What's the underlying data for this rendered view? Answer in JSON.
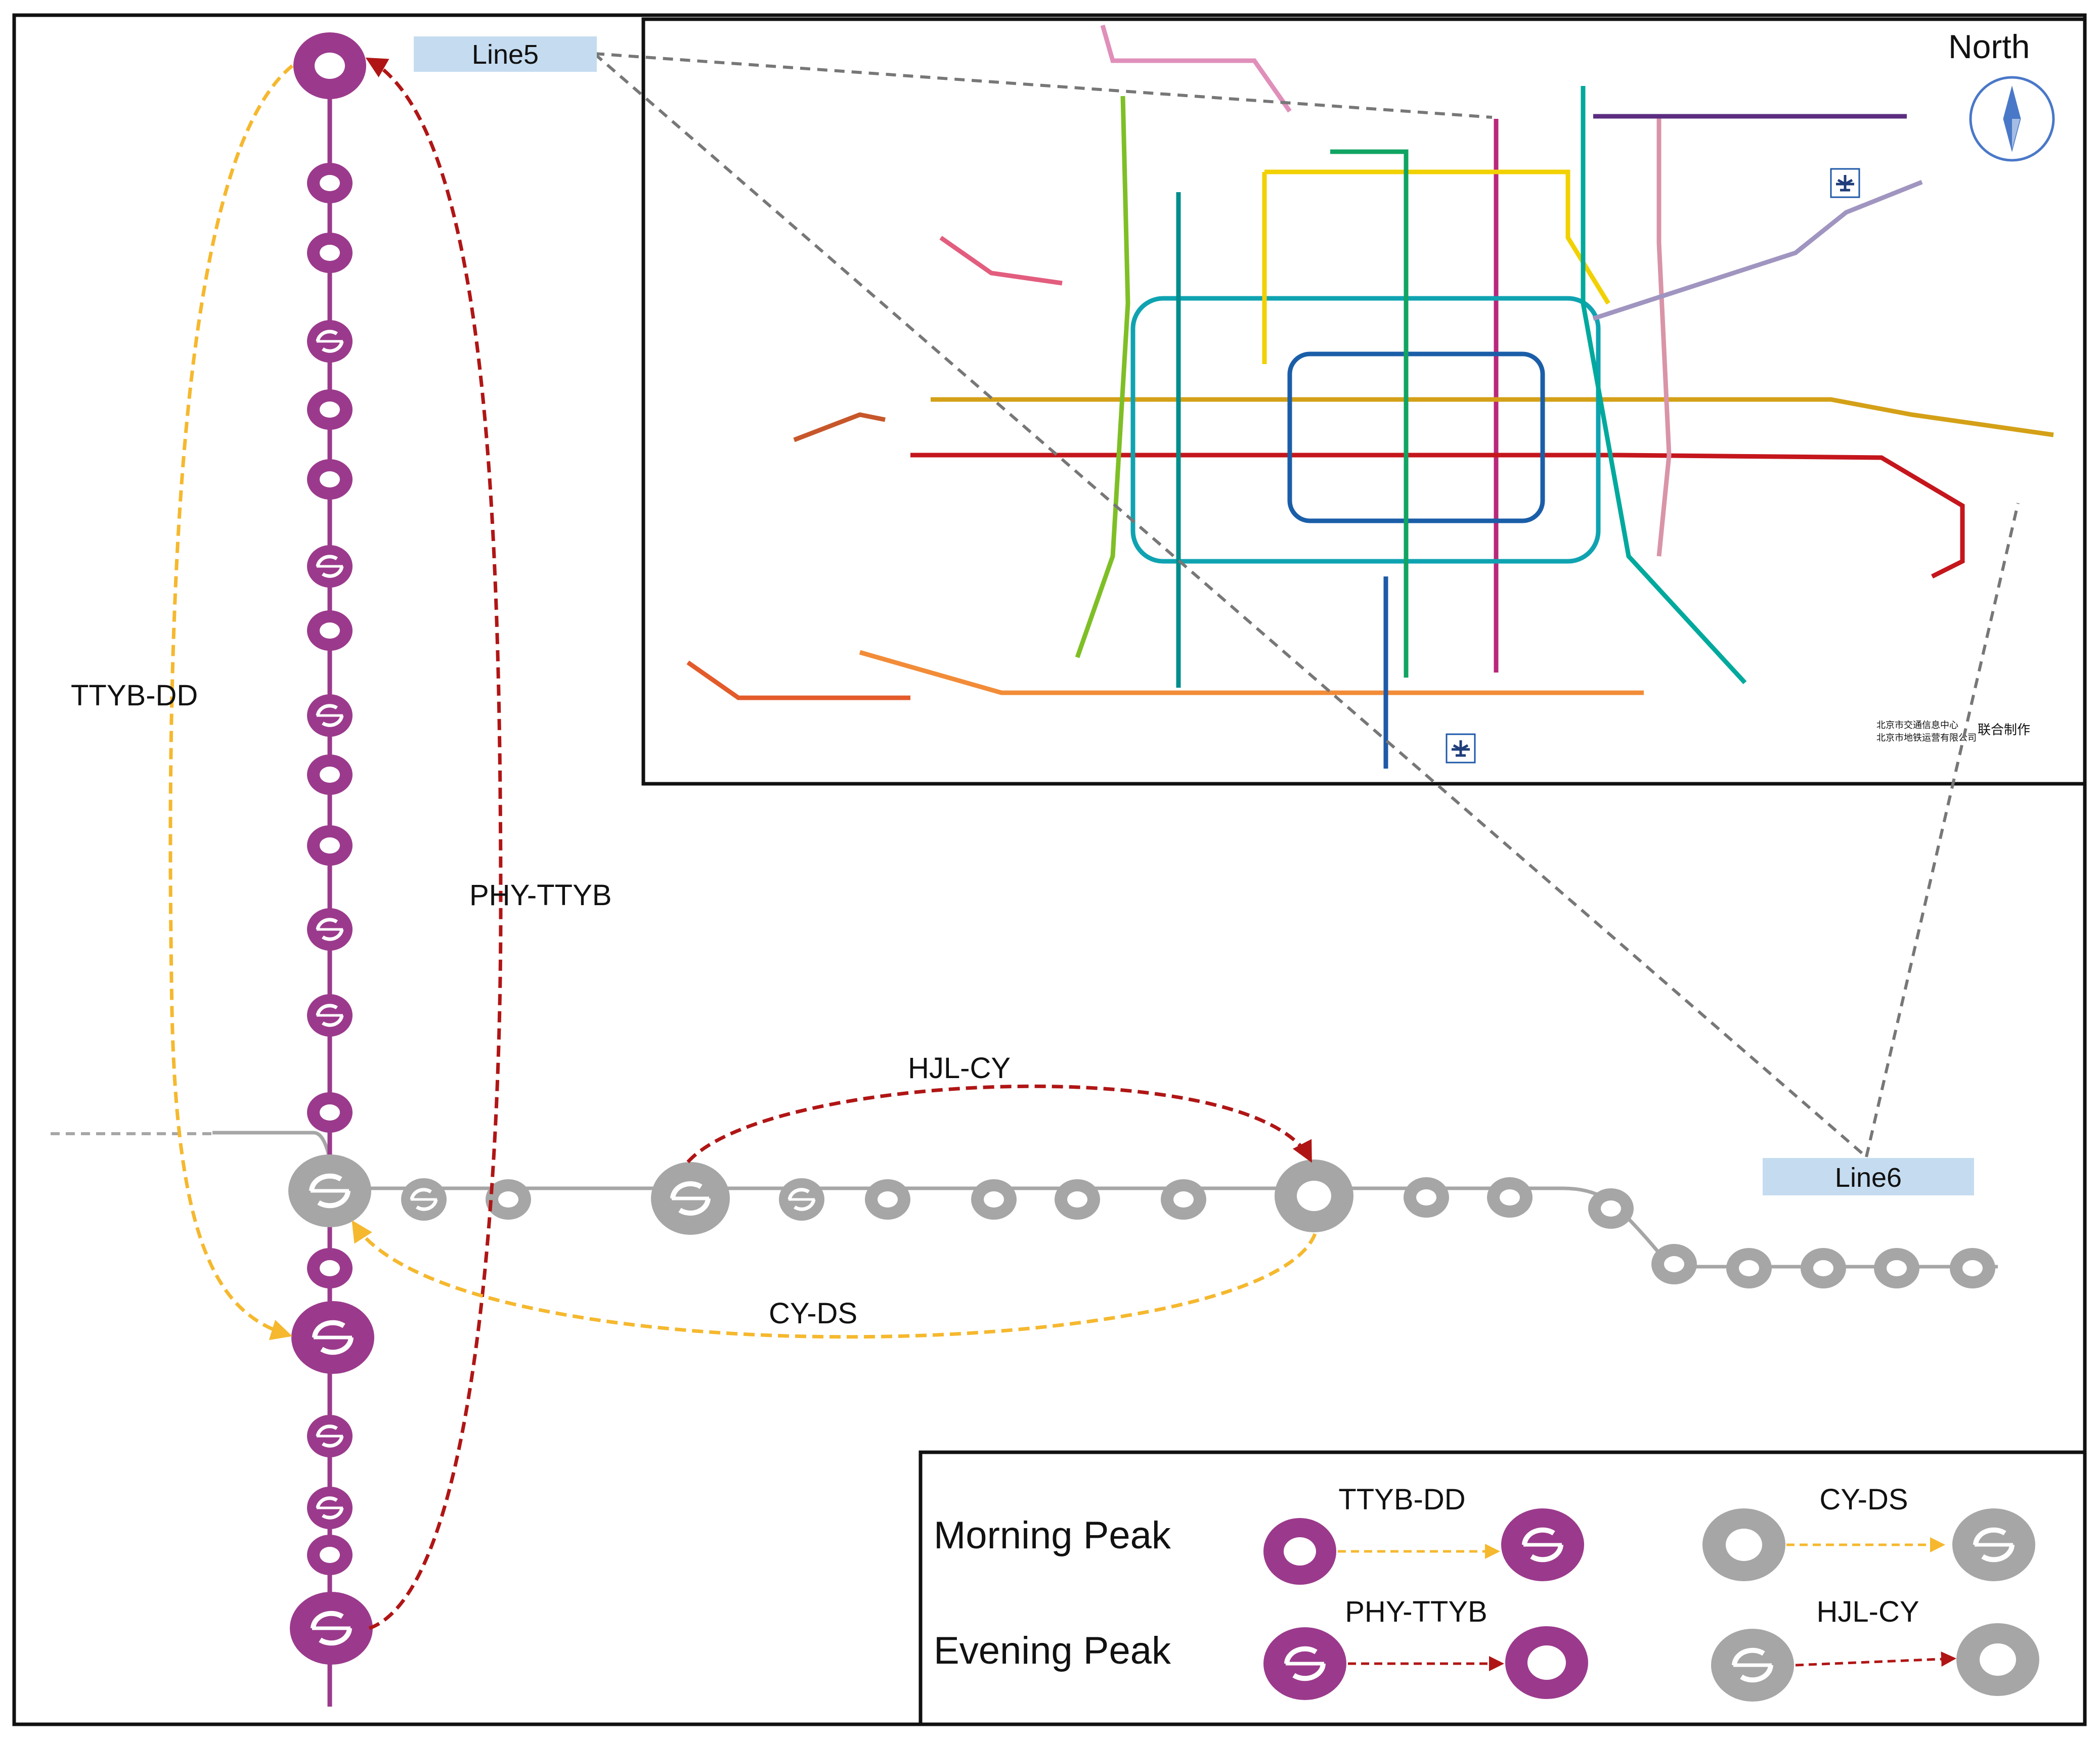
{
  "colors": {
    "line5": "#9b3a8c",
    "line6": "#a6a6a6",
    "morning_arrow": "#f5b82e",
    "evening_arrow": "#b01515",
    "label_box": "#c5dcf0",
    "compass": "#4a78c8",
    "frame": "#111111"
  },
  "labels": {
    "line5": "Line5",
    "line6": "Line6",
    "north": "North",
    "ttyb_dd": "TTYB-DD",
    "phy_ttyb": "PHY-TTYB",
    "hjl_cy": "HJL-CY",
    "cy_ds": "CY-DS"
  },
  "icons": {
    "compass": "compass-icon",
    "airport": "airplane-icon",
    "station": "ring-station-icon",
    "transfer_station": "transfer-station-icon"
  },
  "map": {
    "credit_line1": "北京市交通信息中心",
    "credit_line2": "北京市地铁运营有限公司",
    "credit_joint": "联合制作"
  },
  "legend": {
    "morning_label": "Morning Peak",
    "evening_label": "Evening Peak",
    "morning_purple": "TTYB-DD",
    "morning_gray": "CY-DS",
    "evening_purple": "PHY-TTYB",
    "evening_gray": "HJL-CY"
  }
}
